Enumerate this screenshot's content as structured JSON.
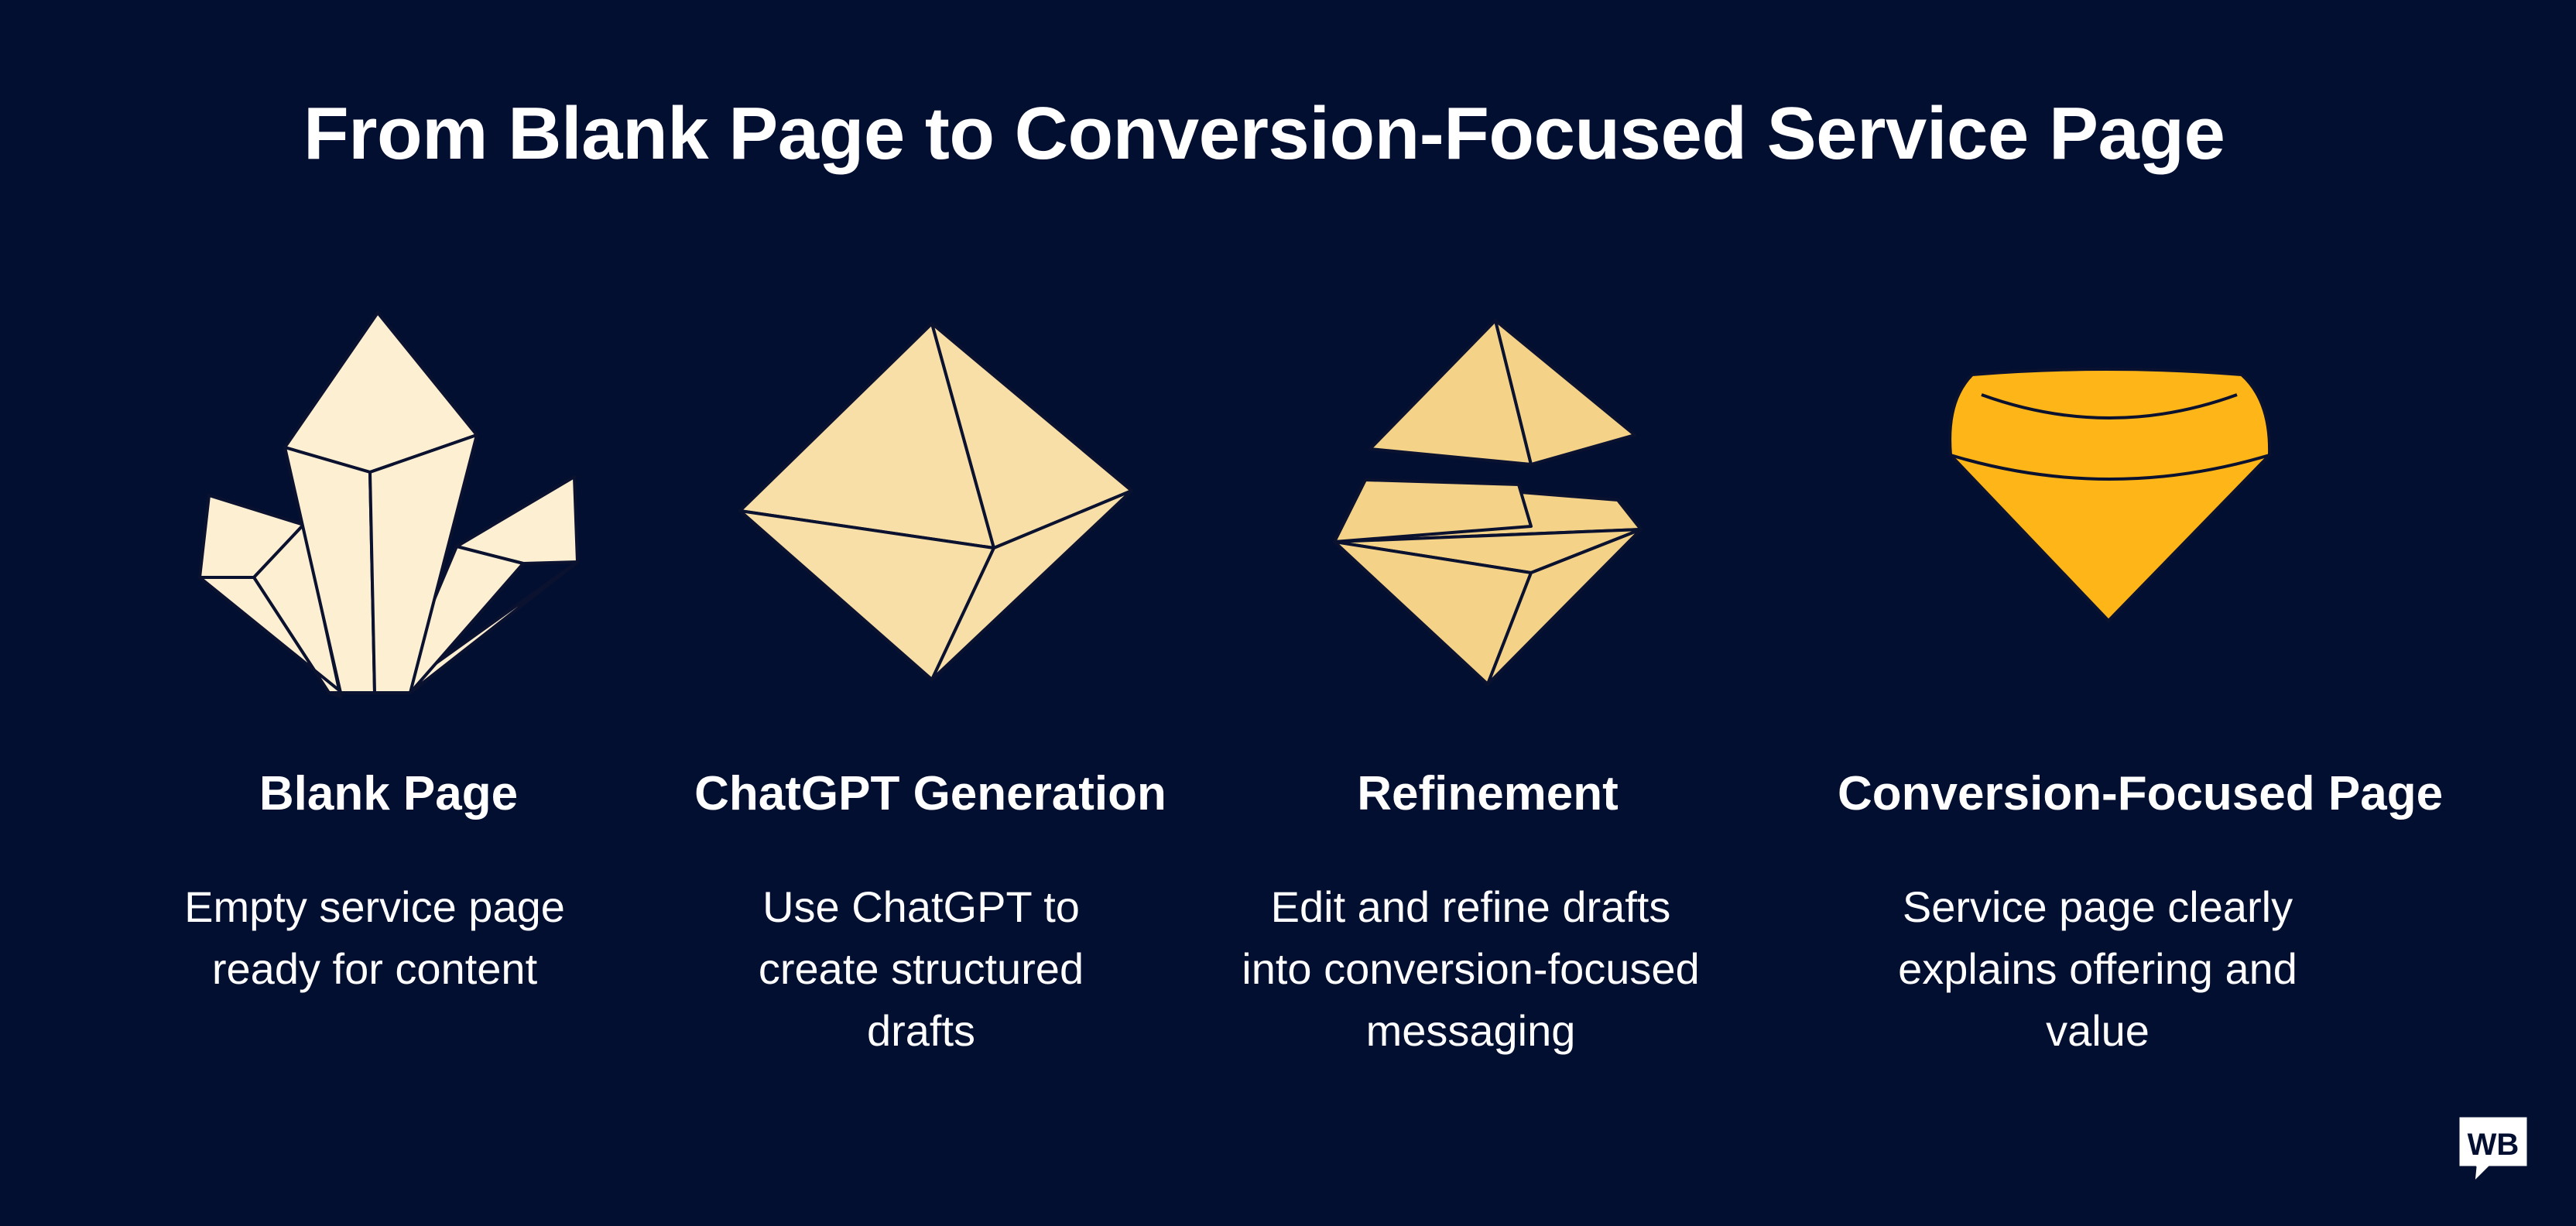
{
  "title": "From Blank Page to Conversion-Focused Service Page",
  "steps": [
    {
      "title": "Blank Page",
      "desc": "Empty service page ready for content",
      "icon": "crystal-cluster-icon",
      "color": "#fdefd2"
    },
    {
      "title": "ChatGPT Generation",
      "desc": "Use ChatGPT to create structured drafts",
      "icon": "octahedron-icon",
      "color": "#f8dfa8"
    },
    {
      "title": "Refinement",
      "desc": "Edit and refine drafts into conversion-focused messaging",
      "icon": "split-gem-icon",
      "color": "#f4d389"
    },
    {
      "title": "Conversion-Focused Page",
      "desc": "Service page clearly explains offering and value",
      "icon": "cut-diamond-icon",
      "color": "#fdb517"
    }
  ],
  "logo": {
    "text": "WB",
    "icon": "wb-logo-icon"
  },
  "colors": {
    "background": "#030f31",
    "outline": "#0b1230"
  }
}
